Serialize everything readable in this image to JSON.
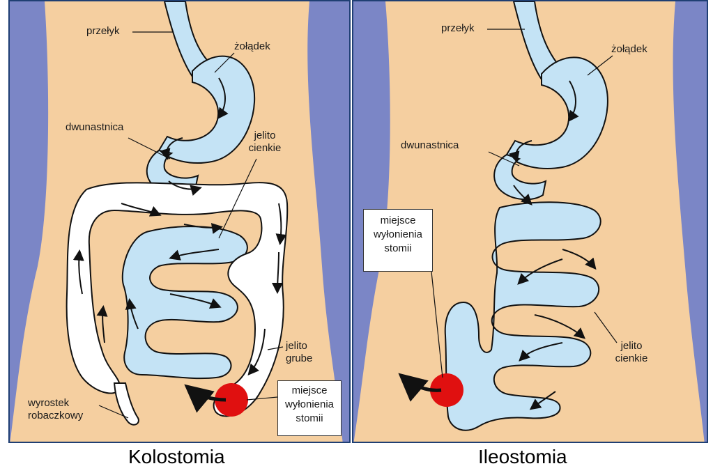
{
  "colors": {
    "outside": "#7b86c6",
    "skin": "#f5cfa0",
    "small_intestine": "#c4e3f5",
    "large_intestine": "#ffffff",
    "stoma": "#e01010",
    "border": "#1f3f73"
  },
  "left_panel": {
    "caption": "Kolostomia",
    "labels": {
      "przelyk": "przełyk",
      "zoladek": "żołądek",
      "dwunastnica": "dwunastnica",
      "jelito_cienkie_1": "jelito",
      "jelito_cienkie_2": "cienkie",
      "jelito_grube_1": "jelito",
      "jelito_grube_2": "grube",
      "wyrostek_1": "wyrostek",
      "wyrostek_2": "robaczkowy",
      "stoma_1": "miejsce",
      "stoma_2": "wyłonienia",
      "stoma_3": "stomii"
    }
  },
  "right_panel": {
    "caption": "Ileostomia",
    "labels": {
      "przelyk": "przełyk",
      "zoladek": "żołądek",
      "dwunastnica": "dwunastnica",
      "jelito_cienkie_1": "jelito",
      "jelito_cienkie_2": "cienkie",
      "stoma_1": "miejsce",
      "stoma_2": "wyłonienia",
      "stoma_3": "stomii"
    }
  }
}
